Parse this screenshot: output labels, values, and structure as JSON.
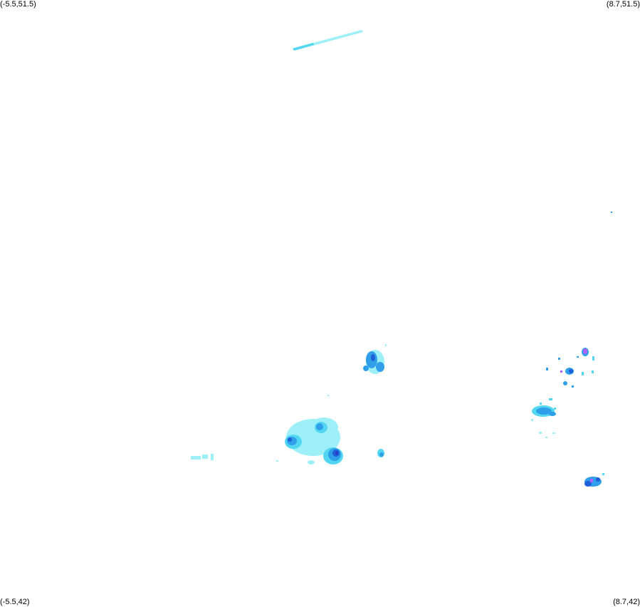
{
  "corners": {
    "top_left": "(-5.5,51.5)",
    "top_right": "(8.7,51.5)",
    "bottom_left": "(-5.5,42)",
    "bottom_right": "(8.7,42)"
  },
  "colors": {
    "background": "#ffffff",
    "light": "#9ef0f8",
    "cyan": "#52d6f2",
    "medium": "#2e9fe8",
    "dark": "#1f5fd9",
    "deep": "#2a3fc8",
    "purple": "#b060ff"
  }
}
